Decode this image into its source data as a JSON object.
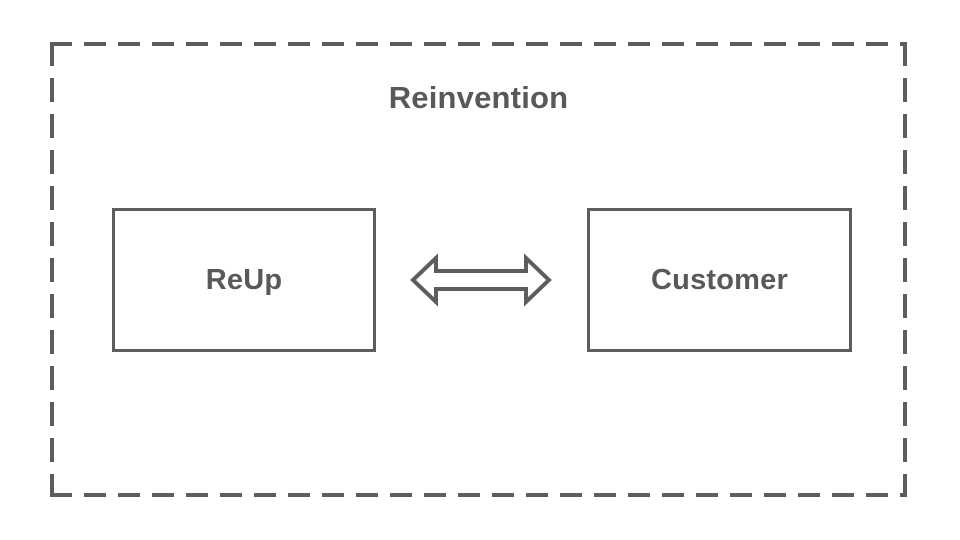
{
  "diagram": {
    "container": {
      "title": "Reinvention",
      "border_style": "dashed",
      "border_color": "#5d5d5d"
    },
    "nodes": [
      {
        "id": "reup",
        "label": "ReUp",
        "border_color": "#5d5d5d",
        "fill": "#ffffff",
        "text_color": "#595959"
      },
      {
        "id": "customer",
        "label": "Customer",
        "border_color": "#5d5d5d",
        "fill": "#ffffff",
        "text_color": "#595959"
      }
    ],
    "connectors": [
      {
        "id": "reup-customer",
        "type": "double-headed-arrow",
        "from": "reup",
        "to": "customer",
        "label": "",
        "color": "#5d5d5d",
        "style": "outline"
      }
    ],
    "background": "#ffffff"
  }
}
